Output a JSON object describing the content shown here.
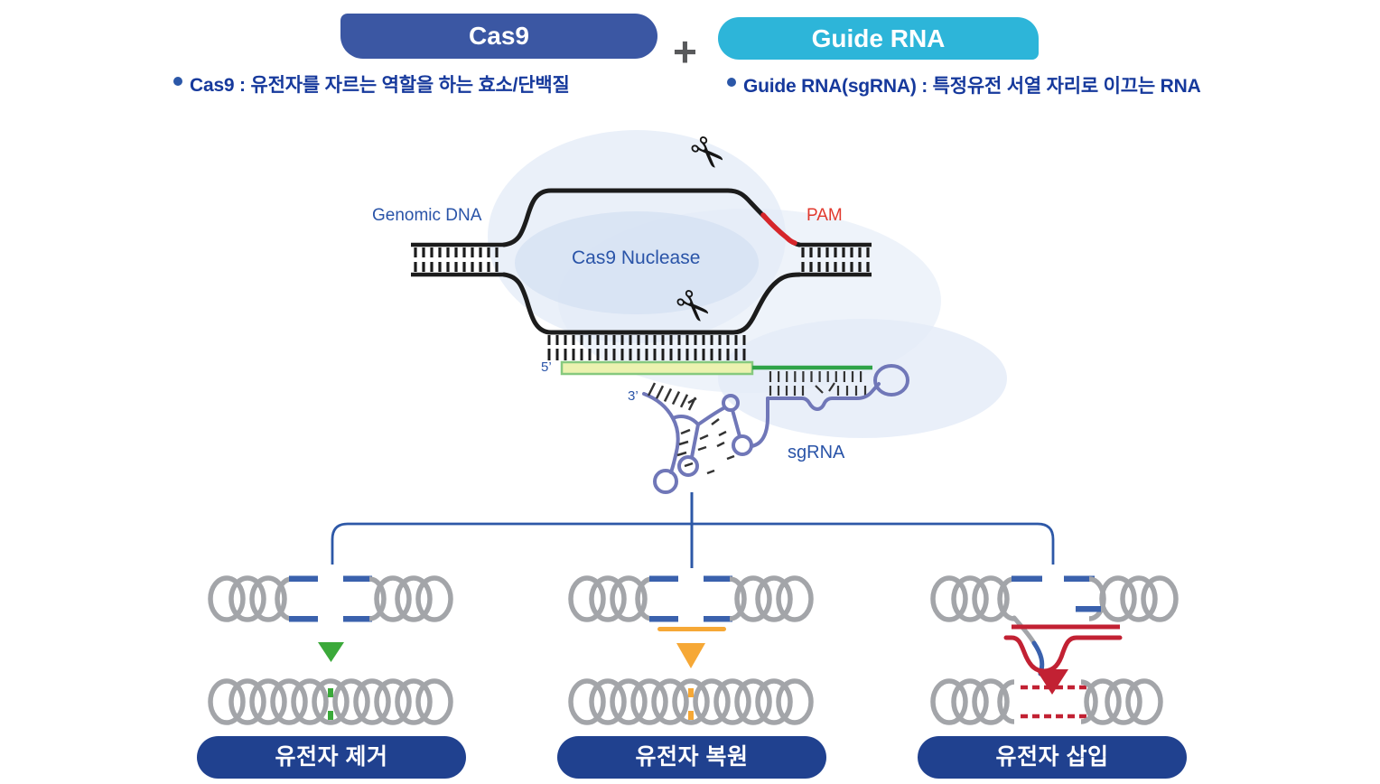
{
  "header": {
    "cas9_badge": "Cas9",
    "plus": "+",
    "guide_rna_badge": "Guide RNA",
    "cas9_bullet": "Cas9 : 유전자를 자르는 역할을 하는 효소/단백질",
    "guide_rna_bullet": "Guide RNA(sgRNA) : 특정유전 서열 자리로 이끄는 RNA"
  },
  "diagram": {
    "genomic_dna_label": "Genomic DNA",
    "pam_label": "PAM",
    "cas9_nuclease_label": "Cas9 Nuclease",
    "five_prime_label": "5’",
    "three_prime_label": "3’",
    "sgrna_label": "sgRNA",
    "scissors_icon": "✂"
  },
  "outcomes": [
    {
      "label": "유전자 제거"
    },
    {
      "label": "유전자 복원"
    },
    {
      "label": "유전자 삽입"
    }
  ],
  "colors": {
    "cas9_badge_blue": "#3b57a3",
    "guide_badge_cyan": "#2db5d9",
    "pill_navy": "#20418f",
    "text_blue": "#2a54a8",
    "bullet_blue": "#16399c",
    "pam_red": "#d6262b",
    "strand_black": "#1c1c1c",
    "helix_gray": "#a3a5a9",
    "cut_bar_blue": "#3a61ad",
    "removal_green": "#3ba93a",
    "restore_orange": "#f6a836",
    "insert_red": "#c22133",
    "guide_bar_green_fill": "#ecf2b0",
    "guide_bar_green_stroke": "#86c97e",
    "guide_line_green": "#2fa348",
    "sgrna_purple": "#7077b8",
    "connector_blue": "#2d58a7",
    "glow_blue": "#e3ebf7"
  }
}
